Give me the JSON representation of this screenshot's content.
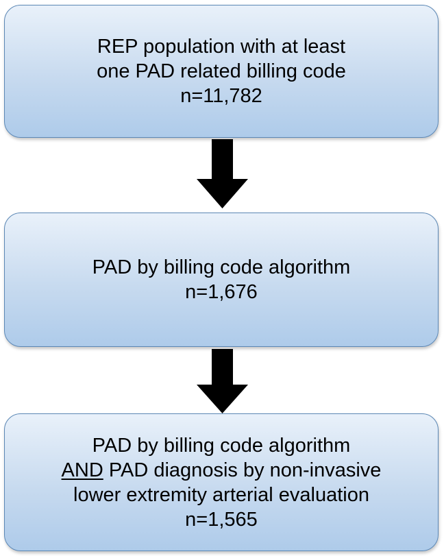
{
  "boxes": [
    {
      "lines": [
        "REP population with at least",
        "one PAD related billing code",
        "n=11,782"
      ]
    },
    {
      "lines": [
        "PAD by billing code algorithm",
        "n=1,676"
      ]
    },
    {
      "line1": "PAD by billing code algorithm",
      "line2_underlined": "AND",
      "line2_rest": " PAD diagnosis by non-invasive",
      "line3": "lower extremity arterial evaluation",
      "line4": "n=1,565"
    }
  ],
  "colors": {
    "box_border": "#5b87b5",
    "box_fill_top": "#e9f1fa",
    "box_fill_bottom": "#aecbea",
    "arrow": "#000000"
  }
}
